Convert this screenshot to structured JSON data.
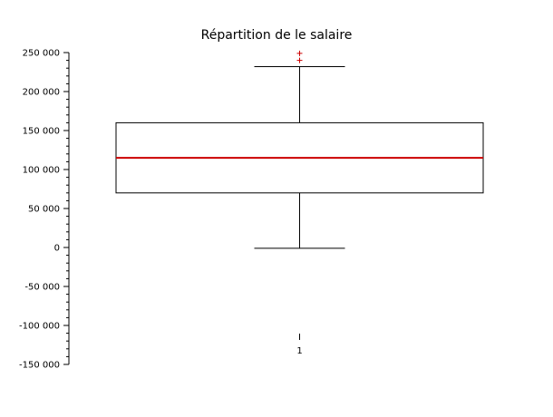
{
  "chart_data": {
    "type": "box",
    "title": "Répartition de le salaire",
    "xlabel": "",
    "ylabel": "",
    "ylim": [
      -150000,
      250000
    ],
    "y_ticks": [
      {
        "value": 250000,
        "label": "250 000"
      },
      {
        "value": 200000,
        "label": "200 000"
      },
      {
        "value": 150000,
        "label": "150 000"
      },
      {
        "value": 100000,
        "label": "100 000"
      },
      {
        "value": 50000,
        "label": "50 000"
      },
      {
        "value": 0,
        "label": "0"
      },
      {
        "value": -50000,
        "label": "-50 000"
      },
      {
        "value": -100000,
        "label": "-100 000"
      },
      {
        "value": -150000,
        "label": "-150 000"
      }
    ],
    "categories": [
      "1"
    ],
    "boxes": [
      {
        "category": "1",
        "whisker_low": -1000,
        "q1": 70000,
        "median": 115000,
        "q3": 160000,
        "whisker_high": 232000,
        "outliers": [
          240000,
          249000
        ]
      }
    ],
    "grid": false,
    "colors": {
      "median": "#cc0000",
      "outlier": "#cc0000",
      "box": "#000000"
    }
  }
}
